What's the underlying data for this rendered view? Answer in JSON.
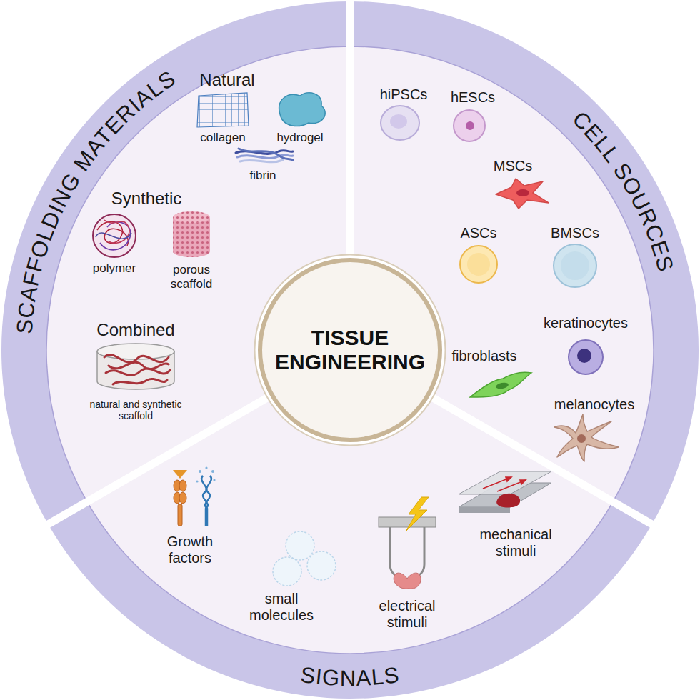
{
  "diagram": {
    "nodes": [
      {
        "text": [
          "SCAFFOLDING MATERIALS"
        ]
      },
      {
        "text": [
          "CELL SOURCES"
        ]
      },
      {
        "text": [
          "TISSUE ENGINEERING"
        ]
      },
      {
        "text": [
          "SIGNALS"
        ]
      }
    ],
    "labels": [
      "Natural",
      "collagen",
      "hydrogel",
      "fibrin",
      "Synthetic",
      "polymer",
      "porous scaffold",
      "Combined",
      "natural and synthetic scaffold",
      "hiPSCs",
      "hESCs",
      "MSCs",
      "ASCs",
      "BMSCs",
      "keratinocytes",
      "fibroblasts",
      "melanocytes",
      "Growth factors",
      "small molecules",
      "electrical stimuli",
      "mechanical stimuli"
    ]
  }
}
